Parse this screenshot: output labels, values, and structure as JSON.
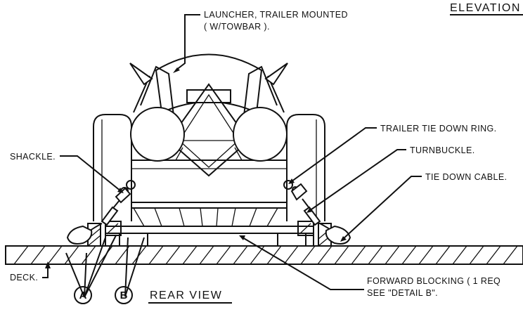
{
  "header": {
    "elevation_title": "ELEVATION"
  },
  "labels": {
    "launcher_line1": "LAUNCHER, TRAILER MOUNTED",
    "launcher_line2": "( W/TOWBAR ).",
    "trailer_tie_down_ring": "TRAILER TIE DOWN RING.",
    "turnbuckle": "TURNBUCKLE.",
    "tie_down_cable": "TIE DOWN CABLE.",
    "shackle": "SHACKLE.",
    "deck": "DECK.",
    "forward_blocking_line1": "FORWARD BLOCKING ( 1 REQ",
    "forward_blocking_line2": "SEE \"DETAIL B\"."
  },
  "callouts": {
    "a": "A",
    "b": "B"
  },
  "view_title": "REAR  VIEW"
}
